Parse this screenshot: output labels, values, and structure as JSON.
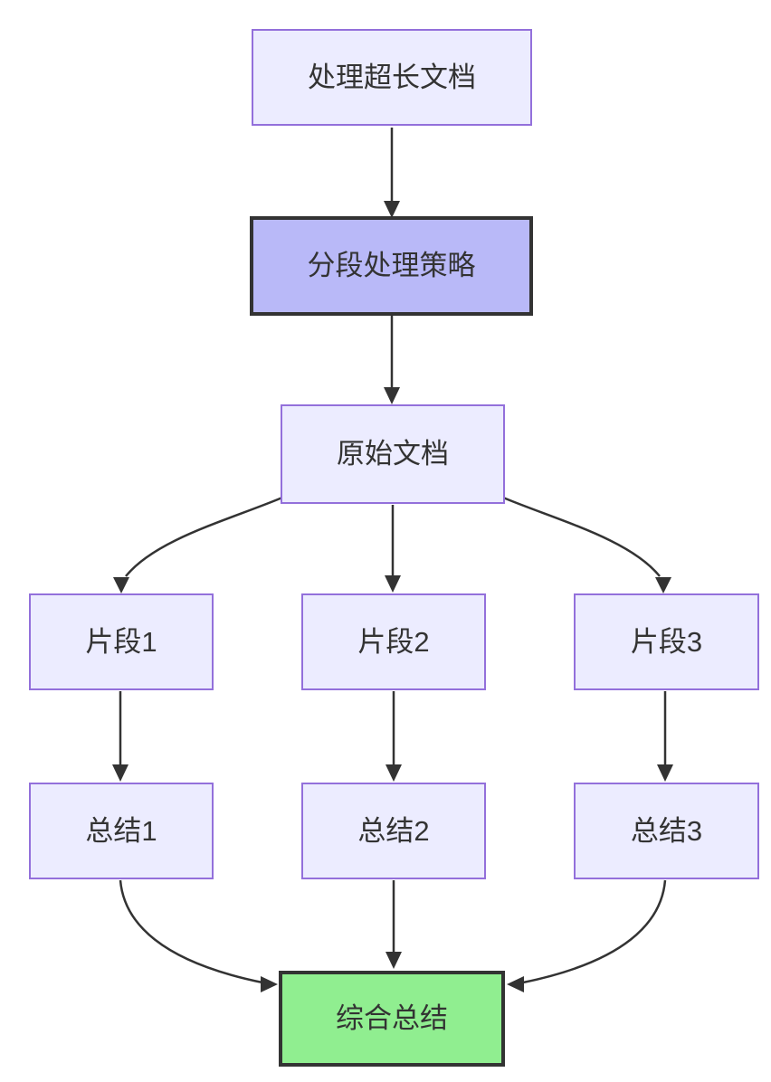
{
  "diagram": {
    "type": "flowchart",
    "direction": "top-down",
    "nodes": [
      {
        "id": "A",
        "label": "处理超长文档",
        "style": "default"
      },
      {
        "id": "B",
        "label": "分段处理策略",
        "style": "highlight"
      },
      {
        "id": "C",
        "label": "原始文档",
        "style": "default"
      },
      {
        "id": "D1",
        "label": "片段1",
        "style": "default"
      },
      {
        "id": "D2",
        "label": "片段2",
        "style": "default"
      },
      {
        "id": "D3",
        "label": "片段3",
        "style": "default"
      },
      {
        "id": "E1",
        "label": "总结1",
        "style": "default"
      },
      {
        "id": "E2",
        "label": "总结2",
        "style": "default"
      },
      {
        "id": "E3",
        "label": "总结3",
        "style": "default"
      },
      {
        "id": "F",
        "label": "综合总结",
        "style": "success"
      }
    ],
    "edges": [
      {
        "from": "A",
        "to": "B"
      },
      {
        "from": "B",
        "to": "C"
      },
      {
        "from": "C",
        "to": "D1"
      },
      {
        "from": "C",
        "to": "D2"
      },
      {
        "from": "C",
        "to": "D3"
      },
      {
        "from": "D1",
        "to": "E1"
      },
      {
        "from": "D2",
        "to": "E2"
      },
      {
        "from": "D3",
        "to": "E3"
      },
      {
        "from": "E1",
        "to": "F"
      },
      {
        "from": "E2",
        "to": "F"
      },
      {
        "from": "E3",
        "to": "F"
      }
    ],
    "colors": {
      "background": "#FFFFFF",
      "node_fill": "#ECECFF",
      "node_border": "#9370DB",
      "highlight_fill": "#B9B9F8",
      "highlight_border": "#333333",
      "success_fill": "#90EE90",
      "success_border": "#333333",
      "edge": "#333333",
      "text": "#333333"
    }
  }
}
